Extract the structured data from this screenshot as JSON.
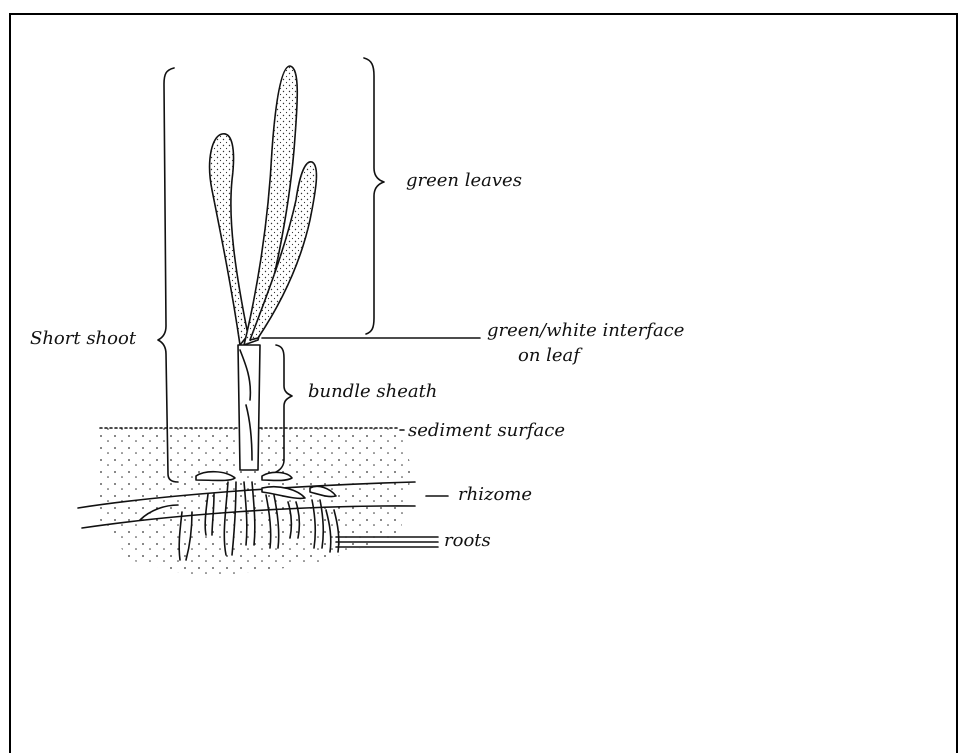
{
  "labels": {
    "green_leaves": "green leaves",
    "short_shoot": "Short shoot",
    "interface_line1": "green/white interface",
    "interface_line2": "on leaf",
    "bundle_sheath": "bundle sheath",
    "sediment_surface": "sediment surface",
    "rhizome": "rhizome",
    "roots": "roots"
  }
}
